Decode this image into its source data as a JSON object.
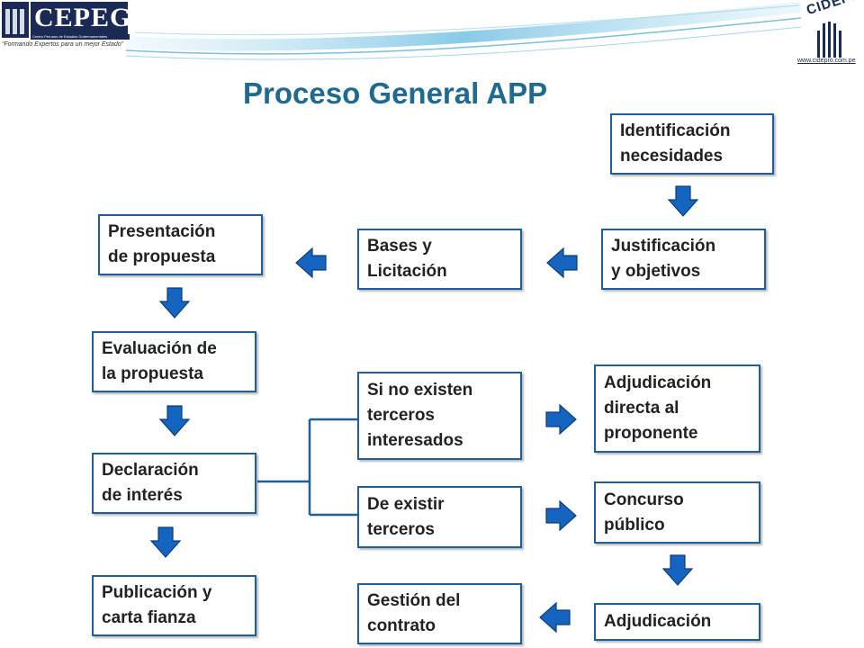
{
  "header": {
    "left_logo": {
      "brand": "CEPEG",
      "subtitle": "Centro Peruano de Estudios Gubernamentales",
      "slogan": "“Formando Expertos para un mejor Estado”"
    },
    "right_logo": {
      "brand": "CIDEPRO",
      "url": "www.cidepro.com.pe"
    }
  },
  "title": "Proceso General APP",
  "colors": {
    "title": "#1f6a8e",
    "box_border": "#1f5f99",
    "arrow": "#1565c0",
    "connector": "#1f5f99"
  },
  "steps": {
    "identificacion": "Identificación\nnecesidades",
    "justificacion": "Justificación\ny objetivos",
    "bases": "Bases y\nLicitación",
    "presentacion": "Presentación\nde  propuesta",
    "evaluacion": "Evaluación de\nla propuesta",
    "declaracion": "Declaración\nde interés",
    "publicacion": "Publicación y\ncarta fianza",
    "si_no_existen": "Si no existen\nterceros\ninteresados",
    "de_existir": "De existir\nterceros",
    "gestion": "Gestión del\ncontrato",
    "adjudicacion_directa": "Adjudicación\ndirecta al\nproponente",
    "concurso": "Concurso\npúblico",
    "adjudicacion": "Adjudicación"
  },
  "flow": [
    [
      "identificacion",
      "justificacion"
    ],
    [
      "justificacion",
      "bases"
    ],
    [
      "bases",
      "presentacion"
    ],
    [
      "presentacion",
      "evaluacion"
    ],
    [
      "evaluacion",
      "declaracion"
    ],
    [
      "declaracion",
      "publicacion"
    ],
    [
      "declaracion",
      "si_no_existen"
    ],
    [
      "declaracion",
      "de_existir"
    ],
    [
      "si_no_existen",
      "adjudicacion_directa"
    ],
    [
      "de_existir",
      "concurso"
    ],
    [
      "concurso",
      "adjudicacion"
    ],
    [
      "adjudicacion",
      "gestion"
    ]
  ]
}
